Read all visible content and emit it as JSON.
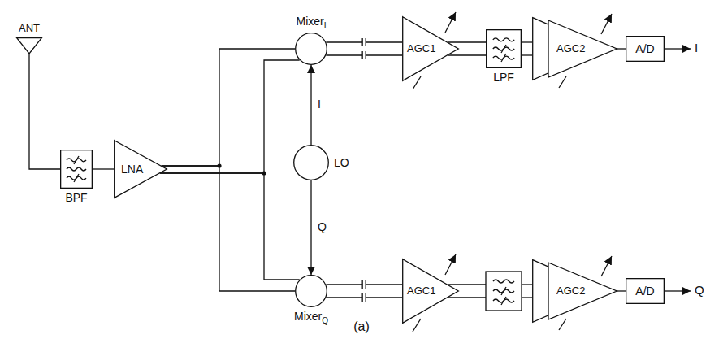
{
  "diagram": {
    "caption": "(a)",
    "nodes": [
      {
        "text": [
          "ANT"
        ]
      },
      {
        "text": [
          "BPF"
        ]
      },
      {
        "text": [
          "LNA"
        ]
      },
      {
        "text": [
          "Mixer",
          "I"
        ]
      },
      {
        "text": [
          "LO"
        ]
      },
      {
        "text": [
          "Mixer",
          "Q"
        ]
      },
      {
        "text": [
          "AGC1"
        ]
      },
      {
        "text": [
          "LPF"
        ]
      },
      {
        "text": [
          "AGC2"
        ]
      },
      {
        "text": [
          "A/D"
        ]
      },
      {
        "text": [
          "AGC1"
        ]
      },
      {
        "text": [
          "AGC2"
        ]
      },
      {
        "text": [
          "A/D"
        ]
      }
    ],
    "edges": [
      {
        "from": 0,
        "to": 1,
        "arrow": "none"
      },
      {
        "from": 1,
        "to": 2,
        "arrow": "none"
      },
      {
        "from": 2,
        "to": 3,
        "arrow": "none"
      },
      {
        "from": 2,
        "to": 5,
        "arrow": "none"
      },
      {
        "from": 4,
        "to": 3,
        "label": "I",
        "arrow": "to"
      },
      {
        "from": 4,
        "to": 5,
        "label": "Q",
        "arrow": "to"
      },
      {
        "from": 3,
        "to": 6,
        "arrow": "none"
      },
      {
        "from": 6,
        "to": 7,
        "arrow": "none"
      },
      {
        "from": 7,
        "to": 8,
        "arrow": "none"
      },
      {
        "from": 8,
        "to": 9,
        "arrow": "none"
      },
      {
        "from": 5,
        "to": 10,
        "arrow": "none"
      },
      {
        "from": 10,
        "to": 11,
        "arrow": "none"
      },
      {
        "from": 11,
        "to": 12,
        "arrow": "none"
      }
    ],
    "labels": [
      "I",
      "Q"
    ]
  }
}
